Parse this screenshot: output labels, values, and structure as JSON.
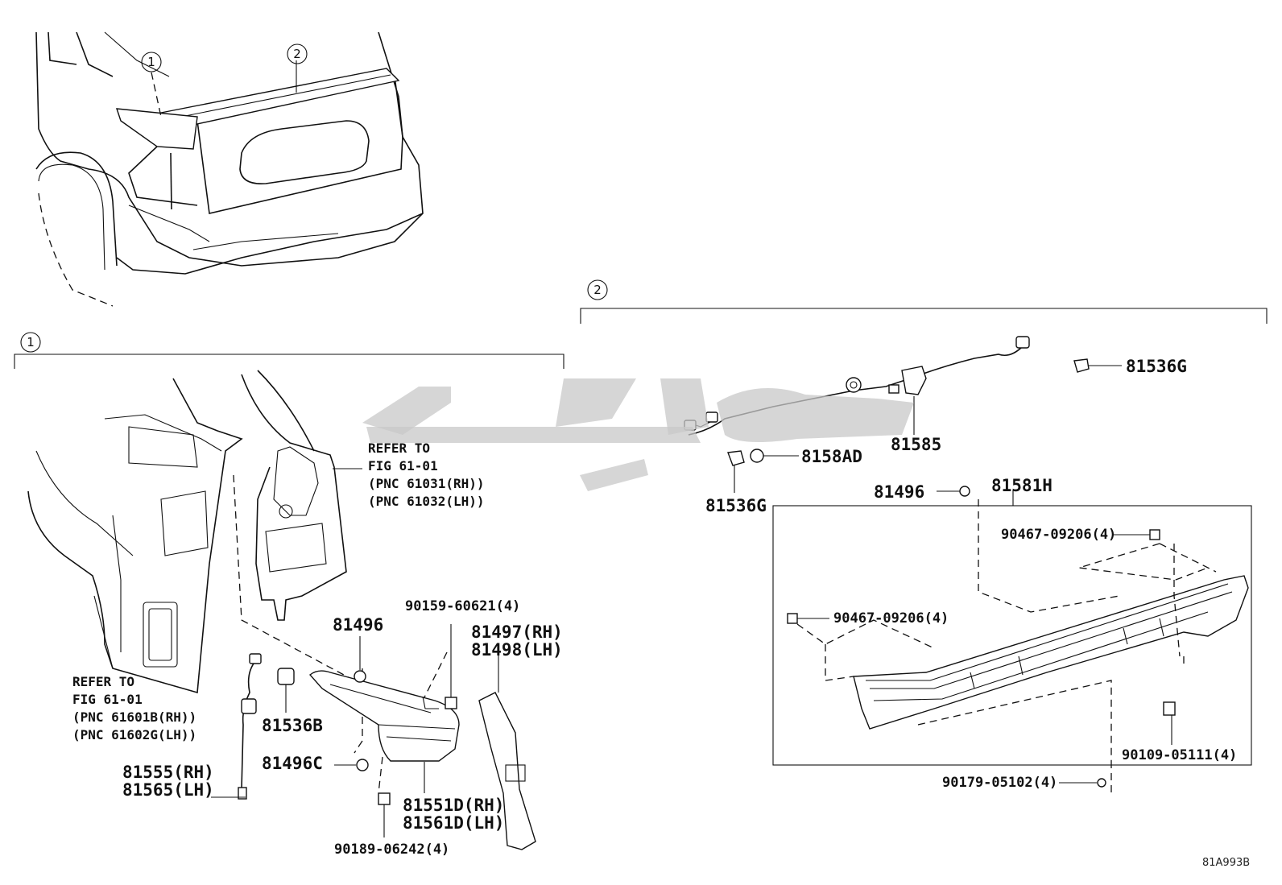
{
  "callouts": [
    "1",
    "2"
  ],
  "section1": {
    "refer_body": [
      "REFER TO",
      "FIG 61-01",
      "(PNC 61601B(RH))",
      "(PNC 61602G(LH))"
    ],
    "refer_panel": [
      "REFER TO",
      "FIG 61-01",
      "(PNC 61031(RH))",
      "(PNC 61032(LH))"
    ],
    "parts": {
      "p81496": "81496",
      "p90159": "90159-60621(4)",
      "p81497": "81497(RH)",
      "p81498": "81498(LH)",
      "p81536b": "81536B",
      "p81496c": "81496C",
      "p81555": "81555(RH)",
      "p81565": "81565(LH)",
      "p81551d": "81551D(RH)",
      "p81561d": "81561D(LH)",
      "p90189": "90189-06242(4)"
    }
  },
  "section2": {
    "parts": {
      "p81536g_top": "81536G",
      "p8158ad": "8158AD",
      "p81585": "81585",
      "p81536g_left": "81536G",
      "p81496": "81496",
      "p81581h": "81581H",
      "p90467_top": "90467-09206(4)",
      "p90467_left": "90467-09206(4)",
      "p90109": "90109-05111(4)",
      "p90179": "90179-05102(4)"
    }
  },
  "figure_code": "81A993B"
}
